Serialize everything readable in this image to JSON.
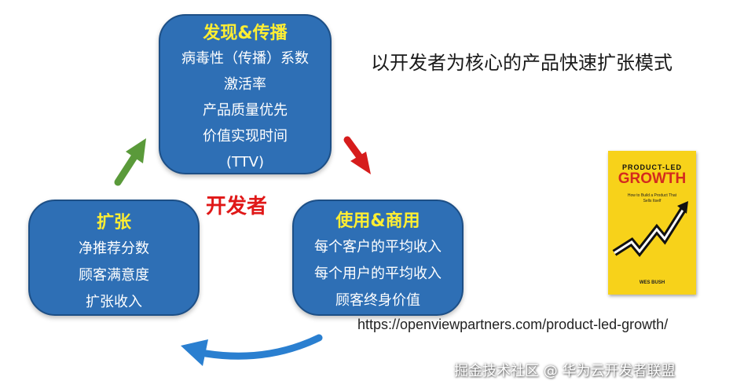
{
  "title": "以开发者为核心的产品快速扩张模式",
  "center_label": "开发者",
  "boxes": {
    "discover": {
      "heading": "发现&传播",
      "items": [
        "病毒性（传播）系数",
        "激活率",
        "产品质量优先",
        "价值实现时间",
        "(TTV)"
      ]
    },
    "use": {
      "heading": "使用&商用",
      "items": [
        "每个客户的平均收入",
        "每个用户的平均收入",
        "顾客终身价值"
      ]
    },
    "expand": {
      "heading": "扩张",
      "items": [
        "净推荐分数",
        "顾客满意度",
        "扩张收入"
      ]
    }
  },
  "url": "https://openviewpartners.com/product-led-growth/",
  "watermark": "掘金技术社区 @ 华为云开发者联盟",
  "book": {
    "pre_title": "PRODUCT-LED",
    "main_title": "GROWTH",
    "subtitle": "How to Build a Product That Sells Itself",
    "author": "WES BUSH"
  },
  "colors": {
    "box_fill": "#2e6fb5",
    "heading_text": "#ffee33",
    "center_label": "#e01818",
    "arrow_green": "#5a9a3a",
    "arrow_red": "#d61c1c",
    "arrow_blue": "#2a7fd0",
    "book_cover": "#f7d21a"
  }
}
